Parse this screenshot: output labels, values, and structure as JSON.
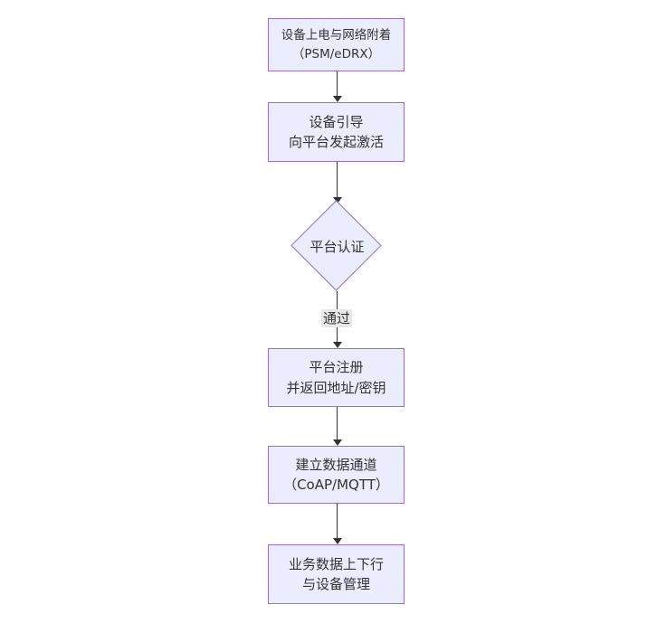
{
  "diagram": {
    "type": "flowchart",
    "direction": "top-down",
    "nodes": {
      "power": {
        "shape": "rect",
        "line1": "设备上电与网络附着",
        "line2": "（PSM/eDRX）"
      },
      "boot": {
        "shape": "rect",
        "line1": "设备引导",
        "line2": "向平台发起激活"
      },
      "auth": {
        "shape": "diamond",
        "label": "平台认证"
      },
      "register": {
        "shape": "rect",
        "line1": "平台注册",
        "line2": "并返回地址/密钥"
      },
      "channel": {
        "shape": "rect",
        "line1": "建立数据通道",
        "line2": "（CoAP/MQTT）"
      },
      "business": {
        "shape": "rect",
        "line1": "业务数据上下行",
        "line2": "与设备管理"
      }
    },
    "edges": {
      "auth_to_register_label": "通过"
    },
    "colors": {
      "node_fill": "#ECECFF",
      "node_border": "#9370DB",
      "arrow": "#333333",
      "edge_label_bg": "#e8e8e8",
      "text": "#333333",
      "background": "#ffffff"
    }
  }
}
